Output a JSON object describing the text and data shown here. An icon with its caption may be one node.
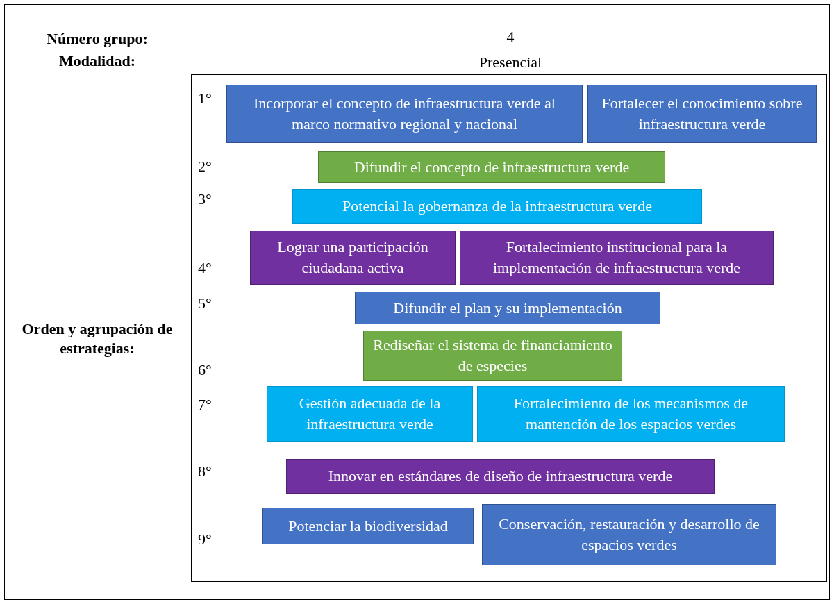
{
  "diagram": {
    "nodes": [
      {
        "text": [
          "Incorporar el concepto de infraestructura verde al marco normativo regional y nacional"
        ]
      },
      {
        "text": [
          "Fortalecer el conocimiento sobre infraestructura verde"
        ]
      },
      {
        "text": [
          "Difundir el concepto de infraestructura verde"
        ]
      },
      {
        "text": [
          "Potencial la gobernanza de la infraestructura verde"
        ]
      },
      {
        "text": [
          "Lograr una participación ciudadana activa"
        ]
      },
      {
        "text": [
          "Fortalecimiento institucional para la implementación de infraestructura verde"
        ]
      },
      {
        "text": [
          "Difundir el plan y su implementación"
        ]
      },
      {
        "text": [
          "Rediseñar el sistema de financiamiento de especies"
        ]
      },
      {
        "text": [
          "Gestión adecuada de la infraestructura verde"
        ]
      },
      {
        "text": [
          "Fortalecimiento de los mecanismos de mantención de los espacios verdes"
        ]
      },
      {
        "text": [
          "Innovar en estándares de diseño de infraestructura verde"
        ]
      },
      {
        "text": [
          "Potenciar la biodiversidad"
        ]
      },
      {
        "text": [
          "Conservación, restauración y desarrollo de espacios verdes"
        ]
      }
    ],
    "labels": [
      "Número grupo:",
      "4",
      "Modalidad:",
      "Presencial",
      "1°",
      "2°",
      "3°",
      "4°",
      "5°",
      "Orden y agrupación de estrategias:",
      "6°",
      "7°",
      "8°",
      "9°"
    ]
  }
}
